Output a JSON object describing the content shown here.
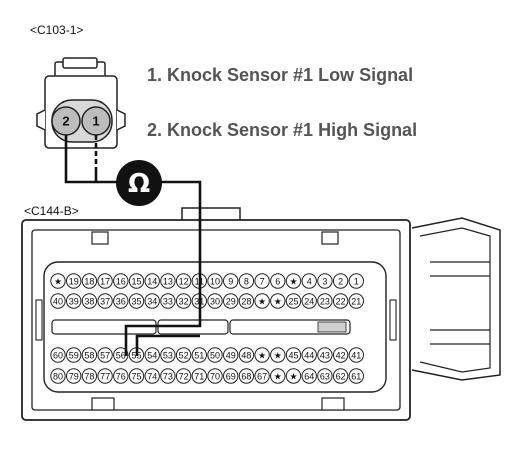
{
  "sensor_connector": {
    "label": "<C103-1>",
    "pins": [
      "2",
      "1"
    ]
  },
  "ecm_connector": {
    "label": "<C144-B>",
    "rows": [
      [
        "★",
        "19",
        "18",
        "17",
        "16",
        "15",
        "14",
        "13",
        "12",
        "11",
        "10",
        "9",
        "8",
        "7",
        "6",
        "★",
        "4",
        "3",
        "2",
        "1"
      ],
      [
        "40",
        "39",
        "38",
        "37",
        "36",
        "35",
        "34",
        "33",
        "32",
        "31",
        "30",
        "29",
        "28",
        "★",
        "★",
        "25",
        "24",
        "23",
        "22",
        "21"
      ],
      [
        "60",
        "59",
        "58",
        "57",
        "56",
        "55",
        "54",
        "53",
        "52",
        "51",
        "50",
        "49",
        "48",
        "★",
        "★",
        "45",
        "44",
        "43",
        "42",
        "41"
      ],
      [
        "80",
        "79",
        "78",
        "77",
        "76",
        "75",
        "74",
        "73",
        "72",
        "71",
        "70",
        "69",
        "68",
        "67",
        "★",
        "★",
        "64",
        "63",
        "62",
        "61"
      ]
    ]
  },
  "signals": [
    {
      "text": "1. Knock Sensor #1 Low Signal"
    },
    {
      "text": "2. Knock Sensor #1 High Signal"
    }
  ],
  "meter": {
    "symbol": "Ω"
  }
}
